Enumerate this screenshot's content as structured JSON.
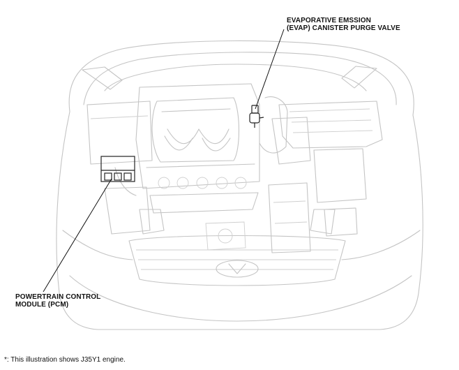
{
  "callouts": {
    "evap": {
      "line1": "EVAPORATIVE EMSSION",
      "line2": "(EVAP) CANISTER PURGE VALVE"
    },
    "pcm": {
      "line1": "POWERTRAIN CONTROL",
      "line2": "MODULE (PCM)"
    }
  },
  "caption": "*: This illustration shows J35Y1 engine.",
  "colors": {
    "outline": "#c4c4c4",
    "highlight": "#222222",
    "text": "#111111"
  }
}
